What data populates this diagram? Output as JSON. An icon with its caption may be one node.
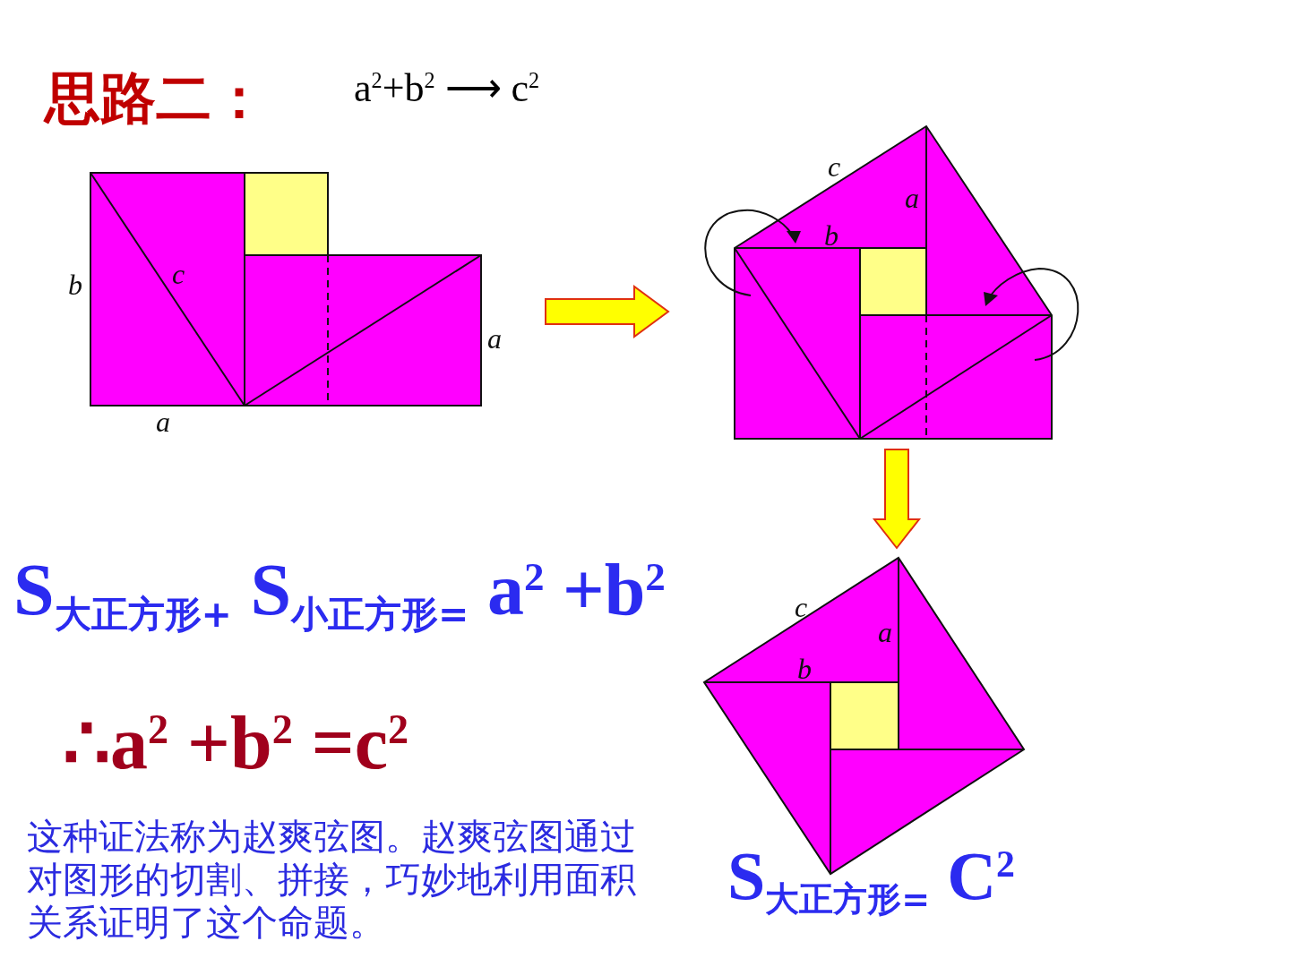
{
  "diagram": {
    "title": "思路二：",
    "nodes": [
      {
        "text": [
          "b",
          "c",
          "a",
          "a"
        ]
      },
      {
        "text": [
          "c",
          "a",
          "b"
        ]
      },
      {
        "text": [
          "c",
          "a",
          "b"
        ]
      }
    ],
    "edges": [
      {
        "from": 0,
        "to": 1,
        "arrow": "to"
      },
      {
        "from": 1,
        "to": 2,
        "arrow": "to"
      }
    ],
    "labels": [
      "a$^{2}$+b$^{2}$ ⟶ c$^{2}$",
      "S$_{大正方形+}$ S$_{小正方形=}$ a$^{2}$ +b$^{2}$",
      "∴a$^{2}$ +b$^{2}$ =c$^{2}$",
      "这种证法称为赵爽弦图。赵爽弦图通过对图形的切割、拼接，巧妙地利用面积关系证明了这个命题。",
      "S$_{大正方形=}$ C$^{2}$"
    ]
  }
}
